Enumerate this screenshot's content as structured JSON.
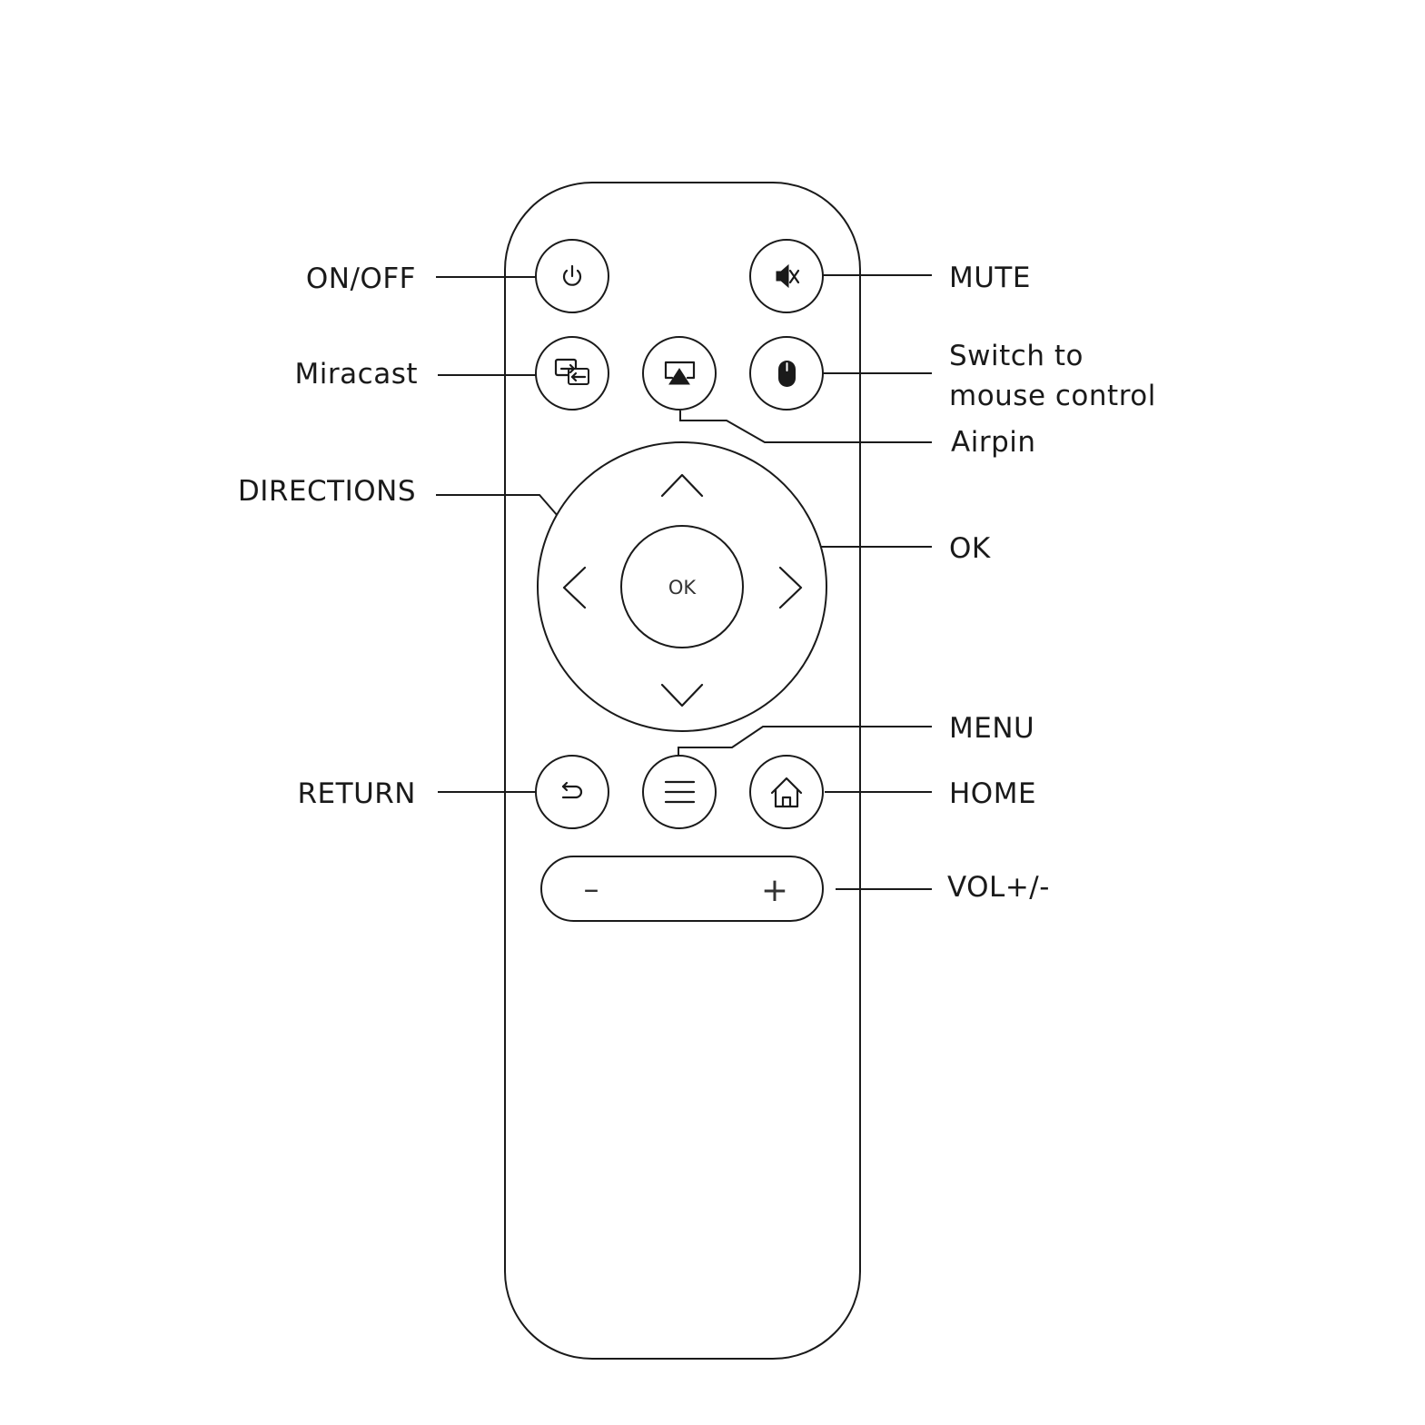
{
  "labels": {
    "on_off": "ON/OFF",
    "miracast": "Miracast",
    "directions": "DIRECTIONS",
    "return": "RETURN",
    "mute": "MUTE",
    "switch_line1": "Switch to",
    "switch_line2": "mouse control",
    "airpin": "Airpin",
    "ok": "OK",
    "menu": "MENU",
    "home": "HOME",
    "vol": "VOL+/-"
  },
  "buttons": {
    "ok_text": "OK",
    "vol_minus": "–",
    "vol_plus": "+"
  },
  "icons": {
    "power": "power-icon",
    "mute": "mute-icon",
    "miracast": "miracast-icon",
    "airpin": "airplay-icon",
    "mouse": "mouse-icon",
    "return": "return-icon",
    "menu": "menu-icon",
    "home": "home-icon"
  },
  "colors": {
    "line": "#1a1a1a",
    "background": "#ffffff"
  }
}
